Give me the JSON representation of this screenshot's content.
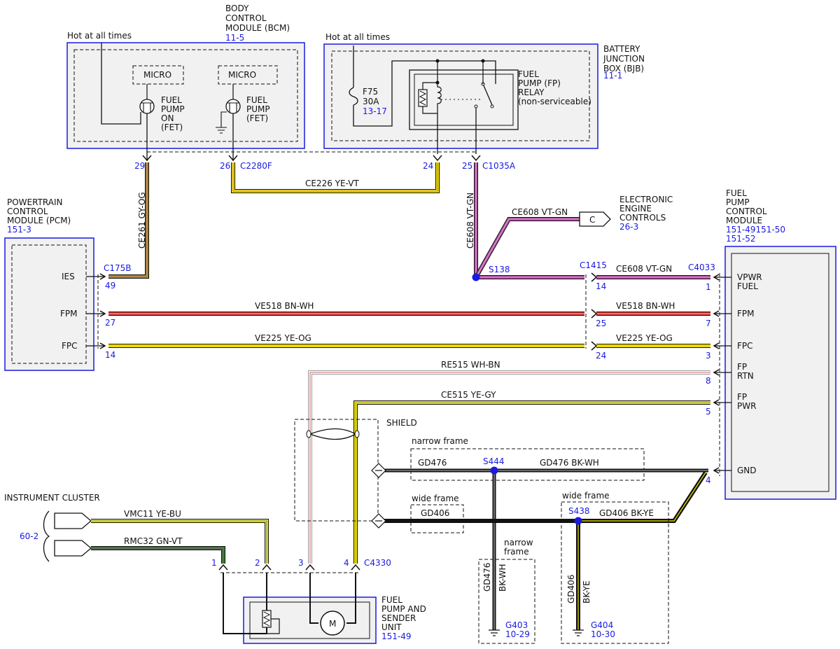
{
  "colors": {
    "module_border": "#1a1ae0",
    "ref_text": "#1a1ae0",
    "module_fill": "#f1f1f1",
    "splice": "#1a1ae0",
    "wire_gy_og": "#9c7a3c",
    "wire_ye": "#f2e600",
    "wire_vt": "#b04aa3",
    "wire_bn": "#7a1f1f",
    "wire_rd": "#d93030",
    "wire_wh": "#ffffff",
    "wire_bn_thin": "#b33a3a",
    "wire_gn": "#2e7d2e",
    "wire_bk": "#111111"
  },
  "modules": {
    "bcm": {
      "name": "BODY CONTROL MODULE (BCM)",
      "line1": "BODY",
      "line2": "CONTROL",
      "line3": "MODULE (BCM)",
      "ref": "11-5",
      "hot": "Hot at all times",
      "micro1": "MICRO",
      "micro2": "MICRO",
      "fet1_l1": "FUEL",
      "fet1_l2": "PUMP",
      "fet1_l3": "ON",
      "fet1_l4": "(FET)",
      "fet2_l1": "FUEL",
      "fet2_l2": "PUMP",
      "fet2_l3": "(FET)"
    },
    "bjb": {
      "line1": "BATTERY",
      "line2": "JUNCTION",
      "line3": "BOX (BJB)",
      "ref": "11-1",
      "hot": "Hot at all times",
      "fuse": "F75",
      "amps": "30A",
      "fuse_ref": "13-17",
      "relay_l1": "FUEL",
      "relay_l2": "PUMP (FP)",
      "relay_l3": "RELAY",
      "relay_l4": "(non-serviceable)"
    },
    "pcm": {
      "line1": "POWERTRAIN",
      "line2": "CONTROL",
      "line3": "MODULE (PCM)",
      "ref": "151-3",
      "pins": [
        "IES",
        "FPM",
        "FPC"
      ]
    },
    "fpcm": {
      "line1": "FUEL",
      "line2": "PUMP",
      "line3": "CONTROL",
      "line4": "MODULE",
      "ref1": "151-49151-50",
      "ref2": "151-52",
      "pins": [
        "VPWR",
        "FUEL",
        "FPM",
        "FPC",
        "FP",
        "RTN",
        "FP",
        "PWR",
        "GND"
      ]
    },
    "eec": {
      "line1": "ELECTRONIC",
      "line2": "ENGINE",
      "line3": "CONTROLS",
      "ref": "26-3",
      "conn": "C"
    },
    "cluster": {
      "title": "INSTRUMENT CLUSTER",
      "ref": "60-2"
    },
    "fpsu": {
      "line1": "FUEL",
      "line2": "PUMP AND",
      "line3": "SENDER",
      "line4": "UNIT",
      "ref": "151-49",
      "motor": "M"
    }
  },
  "connectors": {
    "c2280f": "C2280F",
    "c1035a": "C1035A",
    "c175b": "C175B",
    "c1415": "C1415",
    "c4033": "C4033",
    "c4330": "C4330"
  },
  "pins": {
    "p29": "29",
    "p26": "26",
    "p24": "24",
    "p25": "25",
    "p49": "49",
    "p27": "27",
    "p14a": "14",
    "p14b": "14",
    "p25b": "25",
    "p24b": "24",
    "p1": "1",
    "p7": "7",
    "p3": "3",
    "p8": "8",
    "p5": "5",
    "p4": "4",
    "c1": "1",
    "c2": "2",
    "c3": "3",
    "c4": "4"
  },
  "wires": {
    "ce226": "CE226  YE-VT",
    "ce261": "CE261  GY-OG",
    "ce608_vert": "CE608  VT-GN",
    "ce608_eec": "CE608  VT-GN",
    "ce608_fp": "CE608  VT-GN",
    "ve518_a": "VE518  BN-WH",
    "ve518_b": "VE518  BN-WH",
    "ve225_a": "VE225  YE-OG",
    "ve225_b": "VE225  YE-OG",
    "re515": "RE515    WH-BN",
    "ce515": "CE515    YE-GY",
    "gd476_a": "GD476",
    "gd476_b": "GD476  BK-WH",
    "gd406_a": "GD406",
    "gd406_b": "GD406  BK-YE",
    "vmc11": "VMC11    YE-BU",
    "rmc32": "RMC32    GN-VT",
    "gd476_v1": "GD476",
    "gd476_v2": "BK-WH",
    "gd406_v1": "GD406",
    "gd406_v2": "BK-YE"
  },
  "splices": {
    "s138": "S138",
    "s444": "S444",
    "s438": "S438"
  },
  "grounds": {
    "g403": "G403",
    "g403_ref": "10-29",
    "g404": "G404",
    "g404_ref": "10-30"
  },
  "notes": {
    "shield": "SHIELD",
    "narrow_frame": "narrow frame",
    "wide_frame": "wide frame",
    "wide_frame2": "wide frame",
    "narrow_frame2_l1": "narrow",
    "narrow_frame2_l2": "frame"
  }
}
